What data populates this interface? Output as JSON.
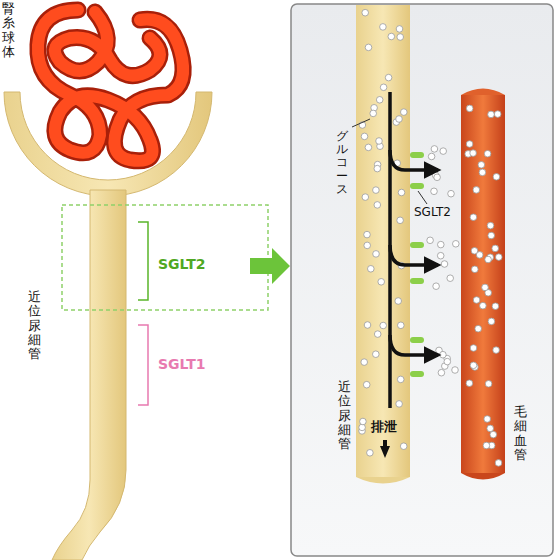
{
  "diagram": {
    "labels": [
      "腎糸球体",
      "SGLT2",
      "近位尿細管",
      "SGLT1",
      "グルコース",
      "SGLT2",
      "近位尿細管",
      "排泄",
      "毛細血管"
    ]
  }
}
